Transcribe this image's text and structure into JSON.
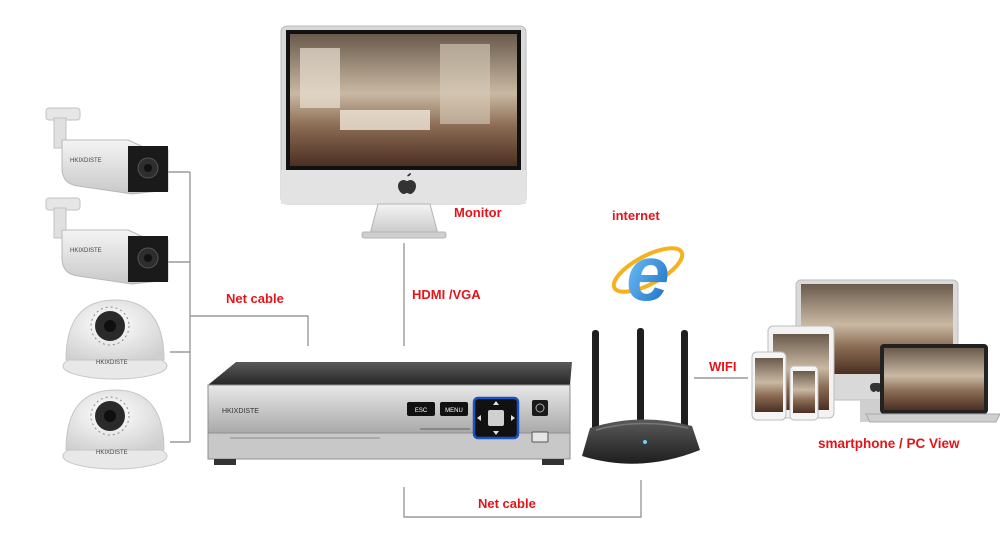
{
  "labels": {
    "monitor": "Monitor",
    "internet": "internet",
    "hdmi_vga": "HDMI /VGA",
    "net_cable_left": "Net cable",
    "net_cable_bottom": "Net cable",
    "wifi": "WIFI",
    "smartphone_pc": "smartphone / PC View"
  },
  "dvr": {
    "brand": "HKIXDISTE",
    "esc_label": "ESC",
    "menu_label": "MENU"
  },
  "cameras": {
    "brand": "HKIXDISTE"
  },
  "colors": {
    "label_red": "#e3151b",
    "line_gray": "#9a9a9a",
    "ie_blue": "#1f86d8",
    "nav_blue": "#1a52c4"
  },
  "icons": [
    "apple-logo-icon",
    "internet-explorer-icon"
  ]
}
